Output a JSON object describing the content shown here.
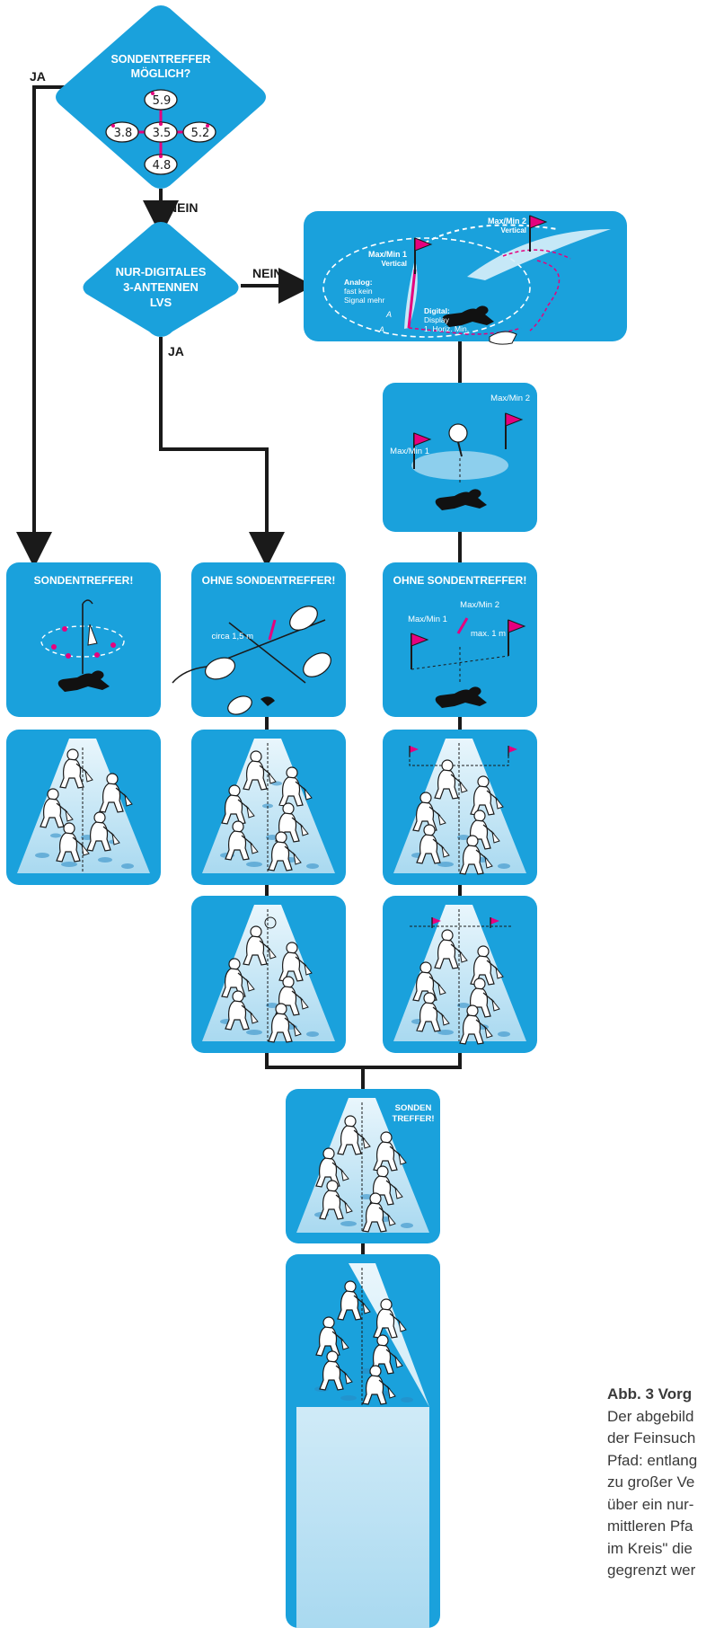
{
  "colors": {
    "panel": "#1aa1dc",
    "panel_dark": "#0b7fb8",
    "accent": "#e6007e",
    "line": "#1a1a1a",
    "snow": "#bfe3f4"
  },
  "decisions": {
    "d1": {
      "line1": "SONDENTREFFER",
      "line2": "MÖGLICH?",
      "readings": {
        "top": "5.9",
        "left": "3.8",
        "center": "3.5",
        "right": "5.2",
        "bottom": "4.8"
      }
    },
    "d2": {
      "line1": "NUR-DIGITALES",
      "line2": "3-ANTENNEN",
      "line3": "LVS"
    }
  },
  "connectors": {
    "ja_left": "JA",
    "nein_down": "NEIN",
    "nein_right": "NEIN",
    "ja_down": "JA"
  },
  "panels": {
    "search_curve": {
      "flag1": "Max/Min 1",
      "flag1_sub": "Vertical",
      "flag2": "Max/Min 2",
      "flag2_sub": "Vertical",
      "analog1": "Analog:",
      "analog2": "fast kein",
      "analog3": "Signal mehr",
      "digital1": "Digital:",
      "digital2": "Display",
      "digital3": "1. Horiz. Min.",
      "a1": "A",
      "a2": "A"
    },
    "flags_top": {
      "left": "Max/Min 1",
      "right": "Max/Min 2"
    },
    "col1_title": "SONDENTREFFER!",
    "col2_title": "OHNE SONDENTREFFER!",
    "col2_dist": "circa 1,5 m",
    "col3_title": "OHNE SONDENTREFFER!",
    "col3_flag_left": "Max/Min 1",
    "col3_flag_right": "Max/Min 2",
    "col3_dist": "max. 1 m",
    "final_label1": "SONDEN",
    "final_label2": "TREFFER!"
  },
  "caption": {
    "title": "Abb. 3 Vorg",
    "lines": [
      "Der abgebild",
      "der Feinsuch",
      "Pfad: entlang",
      "zu großer Ve",
      "über ein nur-",
      "mittleren Pfa",
      "im Kreis\" die",
      "gegrenzt wer"
    ]
  }
}
